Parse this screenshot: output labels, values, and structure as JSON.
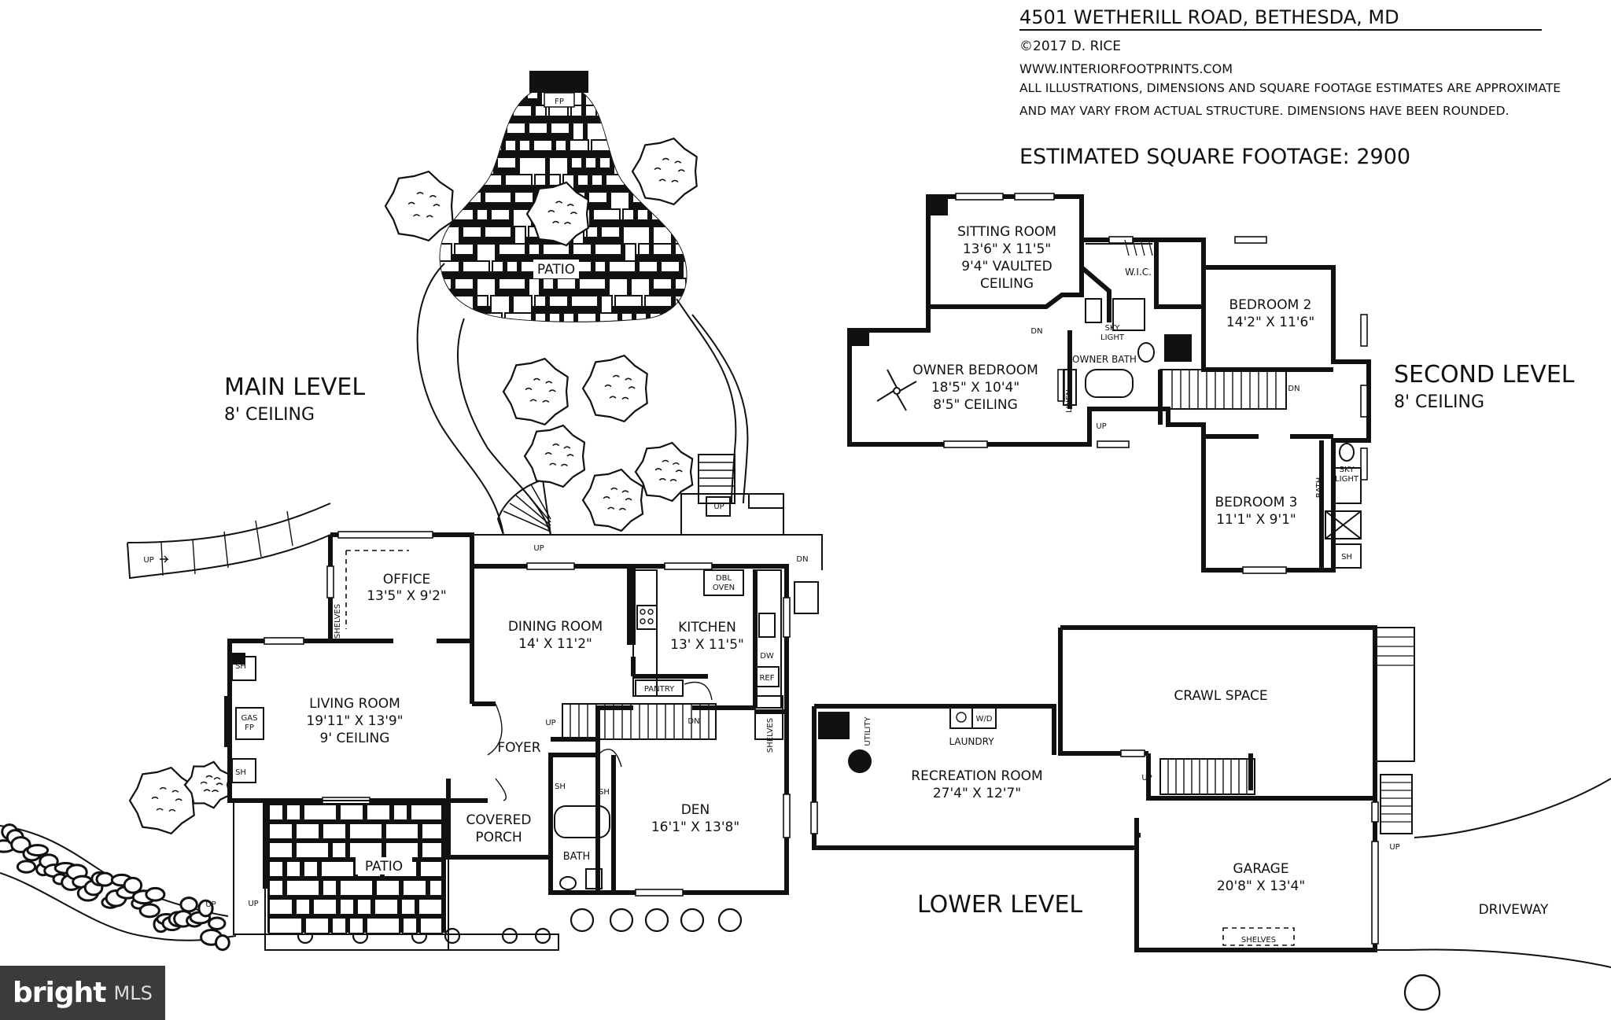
{
  "header": {
    "address": "4501 WETHERILL ROAD, BETHESDA, MD",
    "copyright": "©2017 D. RICE",
    "website": "WWW.INTERIORFOOTPRINTS.COM",
    "disclaimer_1": "ALL ILLUSTRATIONS, DIMENSIONS AND SQUARE FOOTAGE ESTIMATES ARE APPROXIMATE",
    "disclaimer_2": "AND MAY VARY FROM ACTUAL STRUCTURE. DIMENSIONS HAVE BEEN ROUNDED.",
    "sqft": "ESTIMATED SQUARE FOOTAGE: 2900"
  },
  "levels": {
    "main": {
      "title": "MAIN LEVEL",
      "ceiling": "8' CEILING"
    },
    "second": {
      "title": "SECOND LEVEL",
      "ceiling": "8' CEILING"
    },
    "lower": {
      "title": "LOWER LEVEL"
    }
  },
  "main_rooms": {
    "office": {
      "name": "OFFICE",
      "dim": "13'5\" X 9'2\""
    },
    "dining": {
      "name": "DINING ROOM",
      "dim": "14' X 11'2\""
    },
    "kitchen": {
      "name": "KITCHEN",
      "dim": "13' X 11'5\""
    },
    "living": {
      "name": "LIVING ROOM",
      "dim": "19'11\" X 13'9\"",
      "extra": "9' CEILING"
    },
    "foyer": {
      "name": "FOYER"
    },
    "den": {
      "name": "DEN",
      "dim": "16'1\" X 13'8\""
    },
    "porch": {
      "name": "COVERED",
      "name2": "PORCH"
    },
    "bath": {
      "name": "BATH"
    },
    "patio_top": {
      "name": "PATIO"
    },
    "patio_bottom": {
      "name": "PATIO"
    }
  },
  "second_rooms": {
    "sitting": {
      "name": "SITTING ROOM",
      "dim": "13'6\" X 11'5\"",
      "extra": "9'4\" VAULTED",
      "extra2": "CEILING"
    },
    "owner": {
      "name": "OWNER BEDROOM",
      "dim": "18'5\" X 10'4\"",
      "extra": "8'5\" CEILING"
    },
    "bed2": {
      "name": "BEDROOM 2",
      "dim": "14'2\" X 11'6\""
    },
    "bed3": {
      "name": "BEDROOM 3",
      "dim": "11'1\" X 9'1\""
    },
    "wic": {
      "name": "W.I.C."
    },
    "owner_bath": {
      "name": "OWNER BATH"
    }
  },
  "lower_rooms": {
    "crawl": {
      "name": "CRAWL SPACE"
    },
    "rec": {
      "name": "RECREATION ROOM",
      "dim": "27'4\" X 12'7\""
    },
    "garage": {
      "name": "GARAGE",
      "dim": "20'8\" X 13'4\""
    },
    "laundry": {
      "name": "LAUNDRY"
    },
    "driveway": {
      "name": "DRIVEWAY"
    }
  },
  "small_labels": {
    "fp": "FP",
    "gas": "GAS",
    "fp2": "FP",
    "sh": "SH",
    "shelves": "SHELVES",
    "dbl": "DBL",
    "oven": "OVEN",
    "dw": "DW",
    "ref": "REF",
    "pantry": "PANTRY",
    "up": "UP",
    "dn": "DN",
    "linen": "LINEN",
    "sky": "SKY",
    "light": "LIGHT",
    "bath": "BATH",
    "utility": "UTILITY",
    "wd": "W/D"
  },
  "logo": {
    "brand": "bright",
    "mls": "MLS"
  }
}
